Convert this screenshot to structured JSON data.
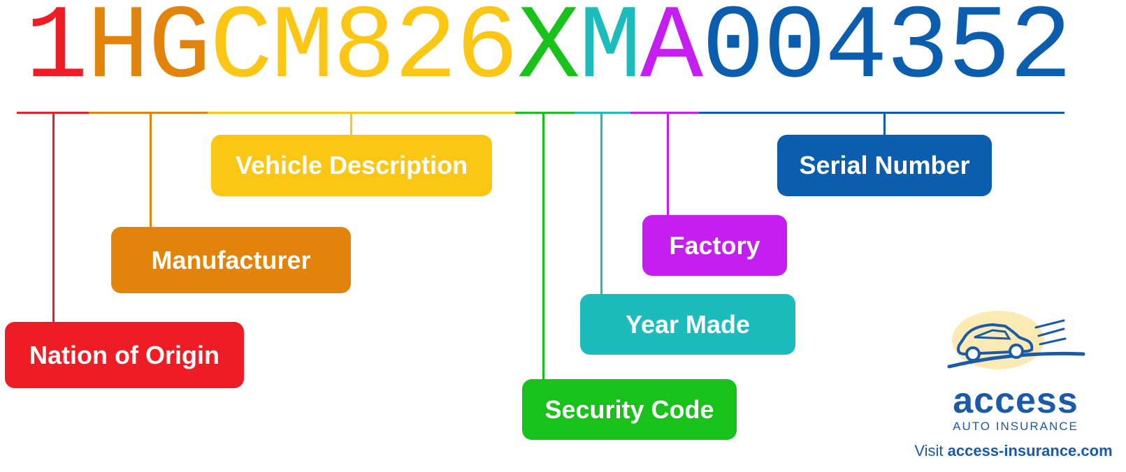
{
  "vin": {
    "chars": [
      {
        "ch": "1",
        "color": "#ee1c24"
      },
      {
        "ch": "H",
        "color": "#e2830c"
      },
      {
        "ch": "G",
        "color": "#e2830c"
      },
      {
        "ch": "C",
        "color": "#fcc615"
      },
      {
        "ch": "M",
        "color": "#fcc615"
      },
      {
        "ch": "8",
        "color": "#fcc615"
      },
      {
        "ch": "2",
        "color": "#fcc615"
      },
      {
        "ch": "6",
        "color": "#fcc615"
      },
      {
        "ch": "X",
        "color": "#19c11b"
      },
      {
        "ch": "M",
        "color": "#1dbcbc"
      },
      {
        "ch": "A",
        "color": "#c41ff0"
      },
      {
        "ch": "0",
        "color": "#0b5ead"
      },
      {
        "ch": "0",
        "color": "#0b5ead"
      },
      {
        "ch": "4",
        "color": "#0b5ead"
      },
      {
        "ch": "3",
        "color": "#0b5ead"
      },
      {
        "ch": "5",
        "color": "#0b5ead"
      },
      {
        "ch": "2",
        "color": "#0b5ead"
      }
    ]
  },
  "labels": {
    "nation": "Nation of Origin",
    "manufacturer": "Manufacturer",
    "vehicle": "Vehicle Description",
    "security": "Security Code",
    "year": "Year Made",
    "factory": "Factory",
    "serial": "Serial Number"
  },
  "colors": {
    "red": "#ee1c24",
    "orange": "#e2830c",
    "yellow": "#fcc615",
    "green": "#19c11b",
    "teal": "#1dbcbc",
    "purple": "#c41ff0",
    "blue": "#0b5ead",
    "brand": "#1a5aa8",
    "logo_bg": "#fbeab4"
  },
  "brand": {
    "icon": "car-icon",
    "name": "access",
    "tagline": "AUTO INSURANCE",
    "visit_prefix": "Visit",
    "visit_url": "access-insurance.com"
  }
}
